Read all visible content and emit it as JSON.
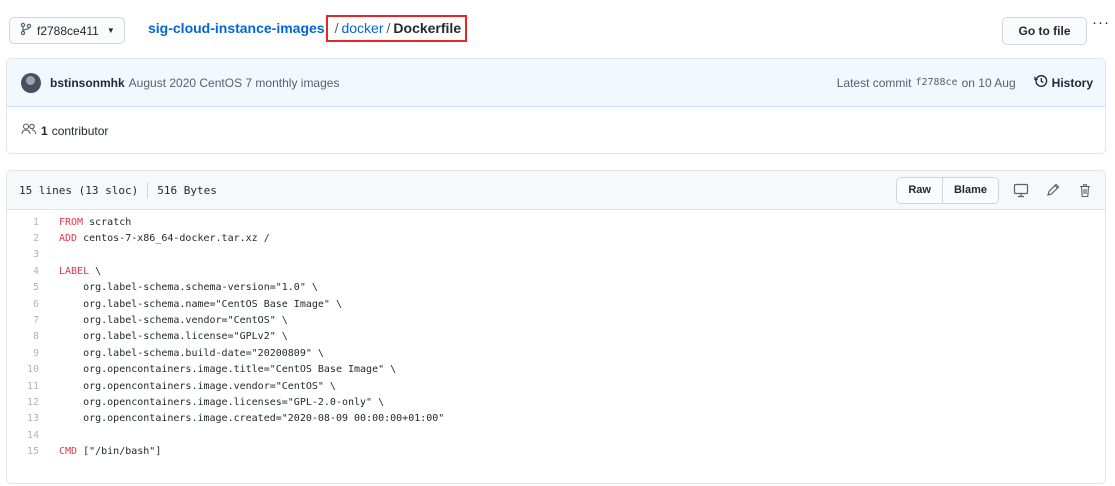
{
  "top": {
    "branch": "f2788ce411",
    "repo": "sig-cloud-instance-images",
    "sep1": "/",
    "dir": "docker",
    "sep2": "/",
    "file": "Dockerfile",
    "goto_label": "Go to file",
    "more_label": "···"
  },
  "commit": {
    "author": "bstinsonmhk",
    "message": "August 2020 CentOS 7 monthly images",
    "latest_label": "Latest commit",
    "sha": "f2788ce",
    "date": "on 10 Aug",
    "history_label": "History",
    "contributors_count": "1",
    "contributors_label": "contributor"
  },
  "file": {
    "lines_info": "15 lines (13 sloc)",
    "size": "516 Bytes",
    "raw_label": "Raw",
    "blame_label": "Blame",
    "lines": [
      {
        "n": "1",
        "kw": "FROM",
        "rest": " scratch"
      },
      {
        "n": "2",
        "kw": "ADD",
        "rest": " centos-7-x86_64-docker.tar.xz /"
      },
      {
        "n": "3",
        "kw": "",
        "rest": ""
      },
      {
        "n": "4",
        "kw": "LABEL",
        "rest": " \\"
      },
      {
        "n": "5",
        "kw": "",
        "rest": "    org.label-schema.schema-version=\"1.0\" \\"
      },
      {
        "n": "6",
        "kw": "",
        "rest": "    org.label-schema.name=\"CentOS Base Image\" \\"
      },
      {
        "n": "7",
        "kw": "",
        "rest": "    org.label-schema.vendor=\"CentOS\" \\"
      },
      {
        "n": "8",
        "kw": "",
        "rest": "    org.label-schema.license=\"GPLv2\" \\"
      },
      {
        "n": "9",
        "kw": "",
        "rest": "    org.label-schema.build-date=\"20200809\" \\"
      },
      {
        "n": "10",
        "kw": "",
        "rest": "    org.opencontainers.image.title=\"CentOS Base Image\" \\"
      },
      {
        "n": "11",
        "kw": "",
        "rest": "    org.opencontainers.image.vendor=\"CentOS\" \\"
      },
      {
        "n": "12",
        "kw": "",
        "rest": "    org.opencontainers.image.licenses=\"GPL-2.0-only\" \\"
      },
      {
        "n": "13",
        "kw": "",
        "rest": "    org.opencontainers.image.created=\"2020-08-09 00:00:00+01:00\""
      },
      {
        "n": "14",
        "kw": "",
        "rest": ""
      },
      {
        "n": "15",
        "kw": "CMD",
        "rest": " [\"/bin/bash\"]"
      }
    ]
  },
  "icons": {
    "branch": "git-branch-icon",
    "history": "history-clock-icon",
    "contributors": "people-icon",
    "desktop": "desktop-icon",
    "edit": "pencil-icon",
    "delete": "trash-icon"
  },
  "colors": {
    "link": "#0366d6",
    "keyword": "#d73a49",
    "highlight_box": "#e5252a",
    "commit_bg": "#f1f8ff"
  }
}
